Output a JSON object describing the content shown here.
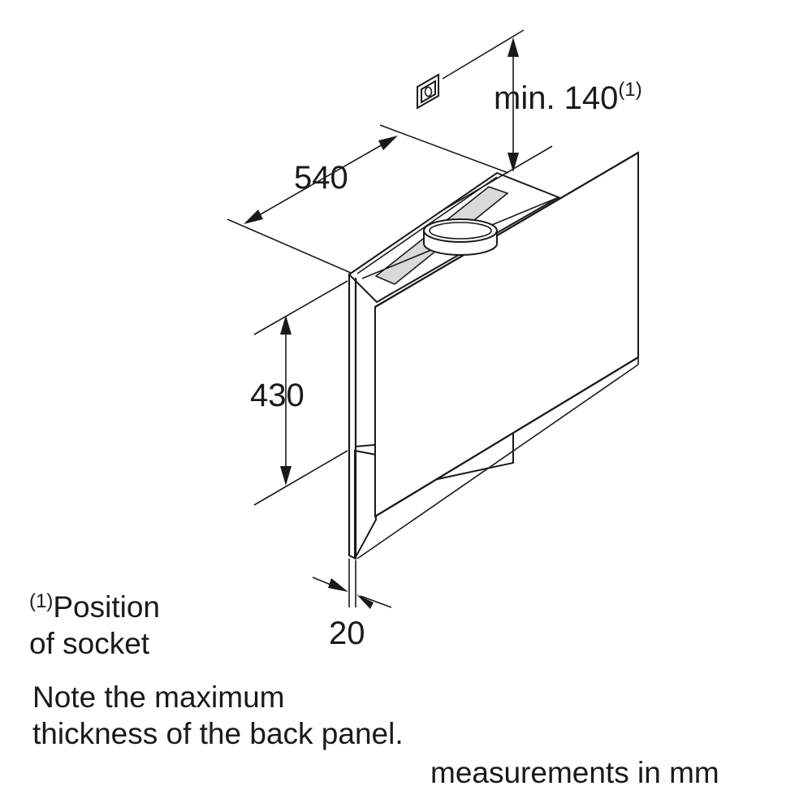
{
  "dimensions": {
    "width": "540",
    "height": "430",
    "thickness": "20",
    "socket_clearance": "min. 140",
    "socket_clearance_ref": "(1)"
  },
  "footnote": {
    "marker": "(1)",
    "line1": "Position",
    "line2": "of socket"
  },
  "note": {
    "line1": "Note the maximum",
    "line2": "thickness of the back panel."
  },
  "units_note": "measurements in mm",
  "icons": [
    "power-socket-icon"
  ]
}
